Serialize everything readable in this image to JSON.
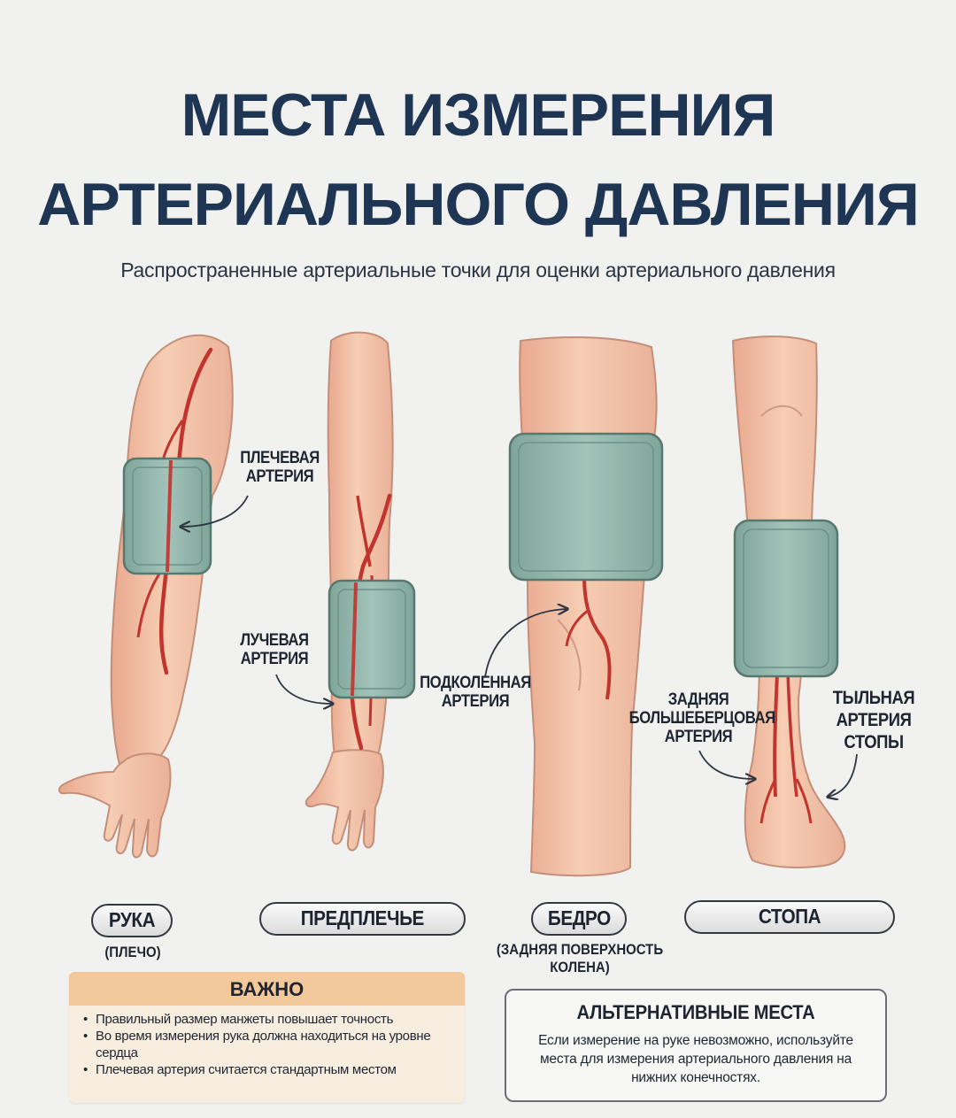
{
  "header": {
    "title_line1": "МЕСТА ИЗМЕРЕНИЯ",
    "title_line2": "АРТЕРИАЛЬНОГО ДАВЛЕНИЯ",
    "subtitle": "Распространенные артериальные точки для оценки артериального давления"
  },
  "artery_labels": {
    "brachial": [
      "ПЛЕЧЕВАЯ",
      "АРТЕРИЯ"
    ],
    "radial": [
      "ЛУЧЕВАЯ",
      "АРТЕРИЯ"
    ],
    "popliteal": [
      "ПОДКОЛЕННАЯ",
      "АРТЕРИЯ"
    ],
    "posterior_tibial": [
      "ЗАДНЯЯ",
      "БОЛЬШЕБЕРЦОВАЯ",
      "АРТЕРИЯ"
    ],
    "dorsalis_pedis": [
      "ТЫЛЬНАЯ",
      "АРТЕРИЯ",
      "СТОПЫ"
    ]
  },
  "sites": [
    {
      "label": "РУКА",
      "note": "(ПЛЕЧО)"
    },
    {
      "label": "ПРЕДПЛЕЧЬЕ",
      "note": ""
    },
    {
      "label": "БЕДРО",
      "note_line1": "(ЗАДНЯЯ ПОВЕРХНОСТЬ",
      "note_line2": "КОЛЕНА)"
    },
    {
      "label": "СТОПА",
      "note": ""
    }
  ],
  "important": {
    "title": "ВАЖНО",
    "items": [
      "Правильный размер манжеты повышает точность",
      "Во время измерения рука должна находиться на уровне сердца",
      "Плечевая артерия считается стандартным местом"
    ]
  },
  "alternative": {
    "title": "АЛЬТЕРНАТИВНЫЕ МЕСТА",
    "text": "Если измерение на руке невозможно, используйте места для измерения артериального давления на нижних конечностях."
  },
  "colors": {
    "title": "#1e3554",
    "skin": "#f3c3a6",
    "skin_outline": "#c48f78",
    "cuff": "#8fb3a8",
    "cuff_outline": "#58786f",
    "artery": "#c2342e",
    "important_header": "#f3c89a",
    "important_bg": "#f7eee0"
  }
}
